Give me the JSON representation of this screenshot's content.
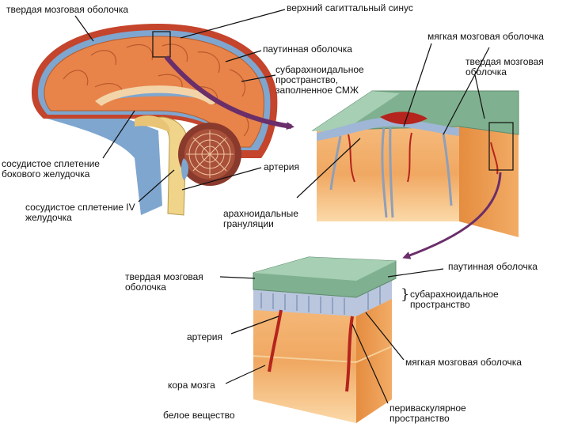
{
  "labels": {
    "dura_top_left": "твердая мозговая оболочка",
    "sup_sag_sinus": "верхний сагиттальный синус",
    "arachnoid_top": "паутинная оболочка",
    "pia_top_right": "мягкая мозговая оболочка",
    "subarachnoid_csf_line1": "субарахноидальное",
    "subarachnoid_csf_line2": "пространство,",
    "subarachnoid_csf_line3": "заполненное СМЖ",
    "dura_right_line1": "твердая мозговая",
    "dura_right_line2": "оболочка",
    "plexus_lateral_line1": "сосудистое сплетение",
    "plexus_lateral_line2": "бокового желудочка",
    "plexus_fourth_line1": "сосудистое сплетение IV",
    "plexus_fourth_line2": "желудочка",
    "artery_middle": "артерия",
    "arachnoid_gran_line1": "арахноидальные",
    "arachnoid_gran_line2": "грануляции",
    "arachnoid_bottom": "паутинная оболочка",
    "dura_bottom_line1": "твердая мозговая",
    "dura_bottom_line2": "оболочка",
    "subarachnoid_bottom_line1": "субарахноидальное",
    "subarachnoid_bottom_line2": "пространство",
    "artery_bottom": "артерия",
    "pia_bottom": "мягкая мозговая оболочка",
    "cortex": "кора мозга",
    "white_matter": "белое вещество",
    "perivascular_line1": "периваскулярное",
    "perivascular_line2": "пространство"
  },
  "colors": {
    "dura": "#c4442c",
    "brain": "#e8834a",
    "csf_blue": "#7ea6cf",
    "cortex_block": "#f0a862",
    "meninges_green": "#7fb08f",
    "artery_red": "#b5241d",
    "arrow_purple": "#6a2e6a"
  }
}
